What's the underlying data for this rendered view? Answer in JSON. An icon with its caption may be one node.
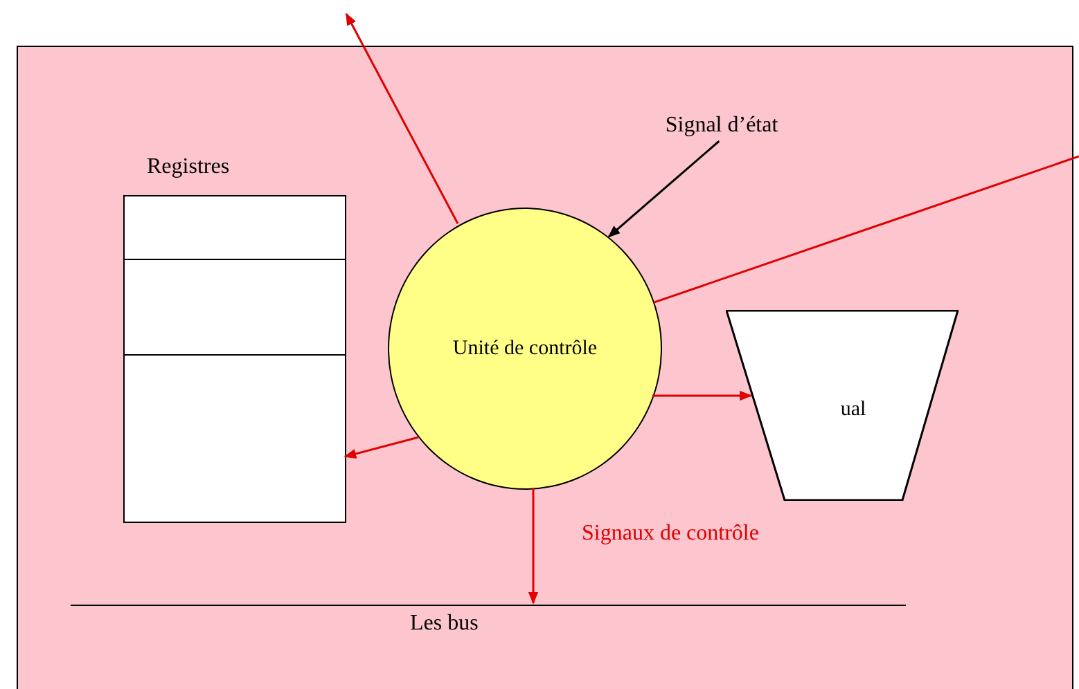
{
  "diagram": {
    "nodes": [
      {
        "text": [],
        "shape": "box"
      },
      {
        "text": [
          "Registres"
        ],
        "in": 0
      },
      {
        "text": [
          "Unité de contrôle"
        ],
        "in": 0
      },
      {
        "text": [
          "ual"
        ],
        "in": 0
      },
      {
        "text": [
          "Les bus"
        ],
        "in": 0
      },
      {
        "text": [
          "Signal d’état"
        ],
        "in": 0
      }
    ],
    "edges": [
      {
        "from": 2,
        "to": null,
        "arrow": "to",
        "color": "#e00000"
      },
      {
        "from": 2,
        "to": null,
        "arrow": "none",
        "color": "#e00000"
      },
      {
        "from": 5,
        "to": 2,
        "arrow": "to",
        "color": "#000000"
      },
      {
        "from": 2,
        "to": 1,
        "arrow": "to",
        "color": "#e00000"
      },
      {
        "from": 2,
        "to": 3,
        "arrow": "to",
        "color": "#e00000"
      },
      {
        "from": 2,
        "to": 4,
        "arrow": "to",
        "label": "Signaux de contrôle",
        "color": "#e00000"
      }
    ]
  }
}
